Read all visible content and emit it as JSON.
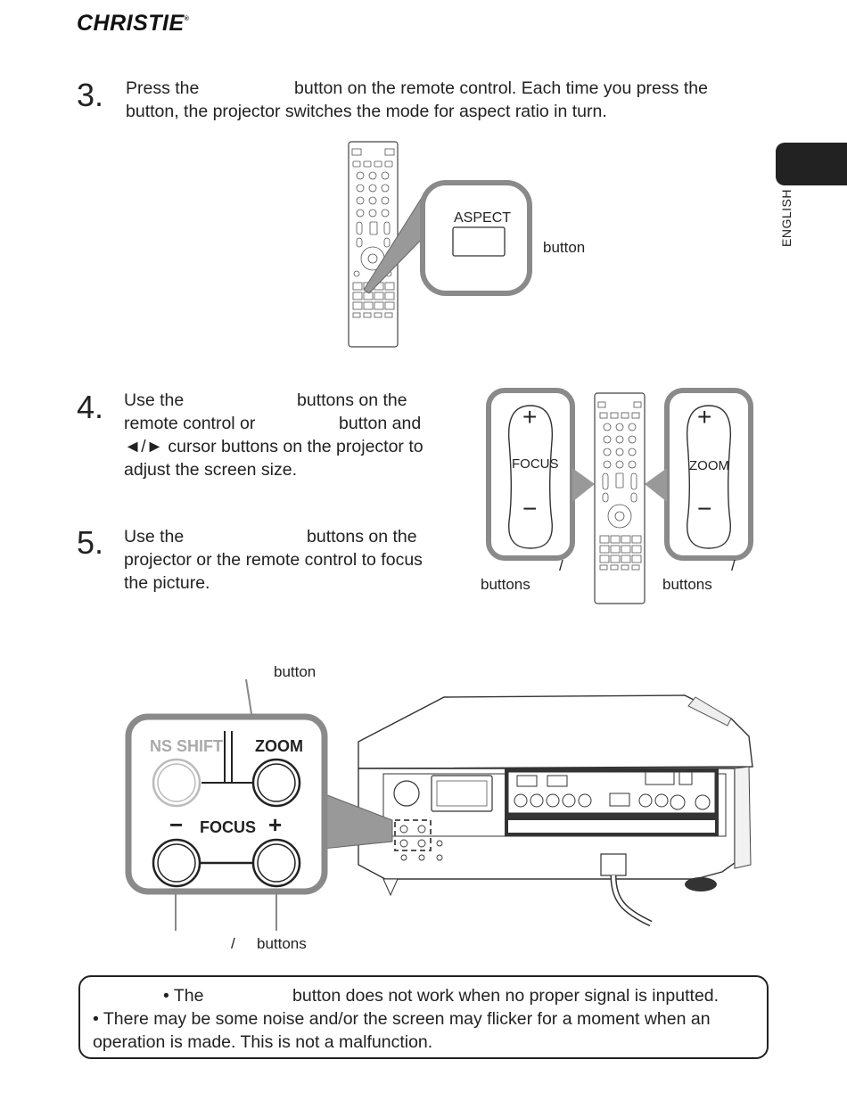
{
  "brand": {
    "logo_text": "CHRISTIE",
    "logo_mark": "®"
  },
  "side_tab": {
    "language": "ENGLISH"
  },
  "step3": {
    "number": "3.",
    "line1_a": "Press the",
    "line1_b": "button on the remote control. Each time you press the",
    "line2": "button, the projector switches the mode for aspect ratio in turn.",
    "callout_key": "ASPECT",
    "callout_label": "button"
  },
  "step4": {
    "number": "4.",
    "line1_a": "Use the",
    "line1_b": "buttons on the",
    "line2_a": "remote control or",
    "line2_b": "button and",
    "line3": "◄/► cursor buttons on the projector to",
    "line4": "adjust the screen size."
  },
  "step5": {
    "number": "5.",
    "line1_a": "Use the",
    "line1_b": "buttons on the",
    "line2": "projector or the remote control to focus",
    "line3": "the picture."
  },
  "remote_focus_zoom": {
    "focus_plus": "+",
    "focus_label": "FOCUS",
    "focus_minus": "−",
    "zoom_plus": "+",
    "zoom_label": "ZOOM",
    "zoom_minus": "−",
    "left_slash": "/",
    "left_buttons": "buttons",
    "right_slash": "/",
    "right_buttons": "buttons"
  },
  "projector_panel": {
    "top_label": "button",
    "lens_shift_key": "NS SHIFT",
    "zoom_key": "ZOOM",
    "focus_minus": "−",
    "focus_label": "FOCUS",
    "focus_plus": "+",
    "bottom_slash": "/",
    "bottom_buttons": "buttons"
  },
  "note": {
    "line1_a": "• The",
    "line1_b": "button does not work when no proper signal is inputted.",
    "line2": "• There may be some noise and/or the screen may flicker for a moment when an",
    "line3": "operation is made. This is not a malfunction."
  }
}
